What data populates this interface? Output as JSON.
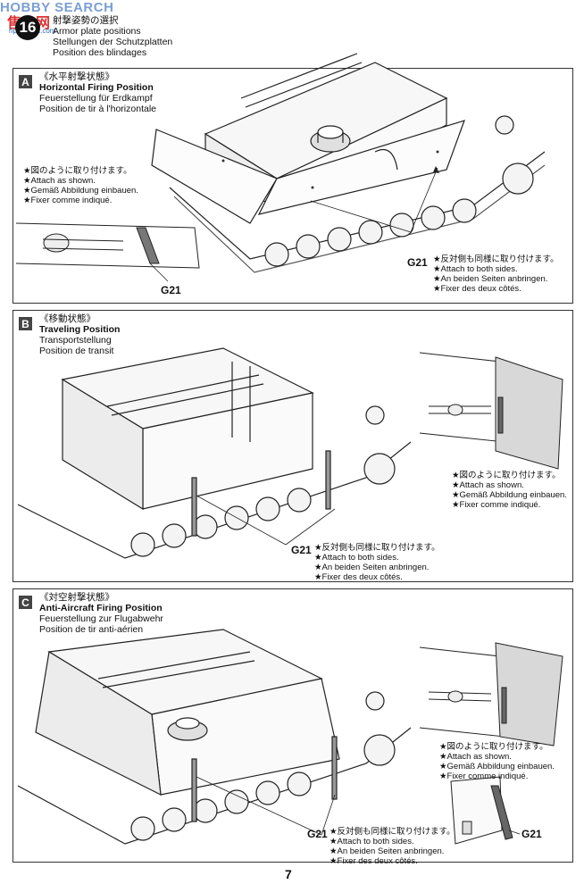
{
  "watermark": {
    "text": "HOBBY SEARCH",
    "site_cn": "售中网",
    "site_url": "hpm.shou.com"
  },
  "step": {
    "number": "16",
    "title_jp": "射撃姿勢の選択",
    "title_en": "Armor plate positions",
    "title_de": "Stellungen der Schutzplatten",
    "title_fr": "Position des blindages"
  },
  "panels": [
    {
      "letter": "A",
      "name_jp": "《水平射撃状態》",
      "name_en": "Horizontal Firing Position",
      "name_de": "Feuerstellung für Erdkampf",
      "name_fr": "Position de tir à l'horizontale",
      "note_shown": [
        "★図のように取り付けます。",
        "★Attach as shown.",
        "★Gemäß Abbildung einbauen.",
        "★Fixer comme indiqué."
      ],
      "note_both": [
        "★反対側も同様に取り付けます。",
        "★Attach to both sides.",
        "★An beiden Seiten anbringen.",
        "★Fixer des deux côtés."
      ],
      "part_main": "G21",
      "part_detail": "G21"
    },
    {
      "letter": "B",
      "name_jp": "《移動状態》",
      "name_en": "Traveling Position",
      "name_de": "Transportstellung",
      "name_fr": "Position de transit",
      "note_shown": [
        "★図のように取り付けます。",
        "★Attach as shown.",
        "★Gemäß Abbildung einbauen.",
        "★Fixer comme indiqué."
      ],
      "note_both": [
        "★反対側も同様に取り付けます。",
        "★Attach to both sides.",
        "★An beiden Seiten anbringen.",
        "★Fixer des deux côtés."
      ],
      "part_main": "G21"
    },
    {
      "letter": "C",
      "name_jp": "《対空射撃状態》",
      "name_en": "Anti-Aircraft Firing Position",
      "name_de": "Feuerstellung zur Flugabwehr",
      "name_fr": "Position de tir anti-aérien",
      "note_shown": [
        "★図のように取り付けます。",
        "★Attach as shown.",
        "★Gemäß Abbildung einbauen.",
        "★Fixer comme indiqué."
      ],
      "note_both": [
        "★反対側も同様に取り付けます。",
        "★Attach to both sides.",
        "★An beiden Seiten anbringen.",
        "★Fixer des deux côtés."
      ],
      "part_main": "G21",
      "part_detail": "G21"
    }
  ],
  "page_number": "7"
}
